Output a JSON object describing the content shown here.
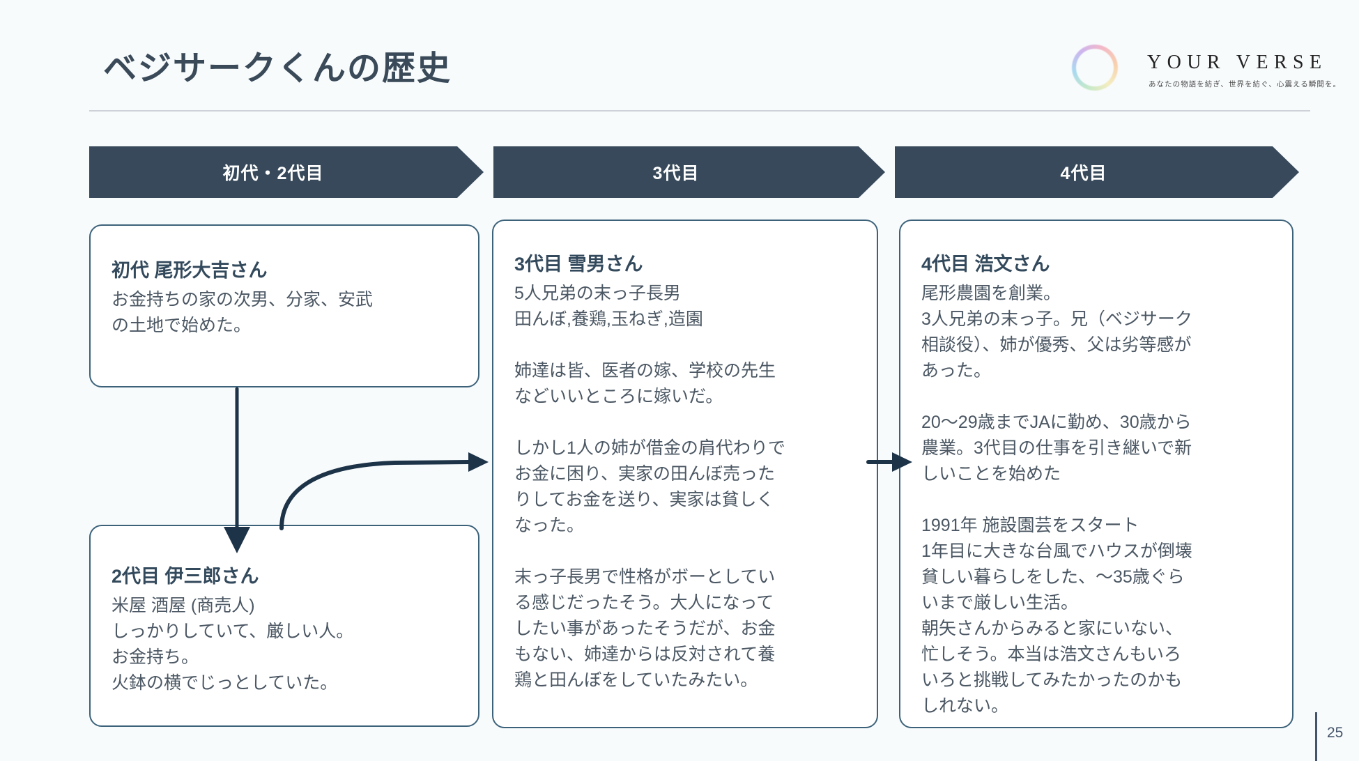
{
  "slide": {
    "title": "ベジサークくんの歴史",
    "page_number": "25"
  },
  "logo": {
    "brand": "YOUR VERSE",
    "tagline": "あなたの物語を紡ぎ、世界を紡ぐ、心震える瞬間を。",
    "ring_colors": [
      "#f3b9c7",
      "#f8d0ae",
      "#f4edc0",
      "#c4e9c9",
      "#a9d9f1",
      "#cdb5ef"
    ]
  },
  "timeline": {
    "bar_color": "#37495a",
    "stages": [
      {
        "label": "初代・2代目"
      },
      {
        "label": "3代目"
      },
      {
        "label": "4代目"
      }
    ]
  },
  "cards": [
    {
      "title": "初代 尾形大吉さん",
      "lines": [
        "お金持ちの家の次男、分家、安武",
        "の土地で始めた。"
      ]
    },
    {
      "title": "2代目 伊三郎さん",
      "lines": [
        "米屋 酒屋 (商売人)",
        "しっかりしていて、厳しい人。",
        "お金持ち。",
        "火鉢の横でじっとしていた。"
      ]
    },
    {
      "title": "3代目 雪男さん",
      "lines": [
        "5人兄弟の末っ子長男",
        "田んぼ,養鶏,玉ねぎ,造園",
        "",
        "姉達は皆、医者の嫁、学校の先生",
        "などいいところに嫁いだ。",
        "",
        "しかし1人の姉が借金の肩代わりで",
        "お金に困り、実家の田んぼ売った",
        "りしてお金を送り、実家は貧しく",
        "なった。",
        "",
        "末っ子長男で性格がボーとしてい",
        "る感じだったそう。大人になって",
        "したい事があったそうだが、お金",
        "もない、姉達からは反対されて養",
        "鶏と田んぼをしていたみたい。"
      ]
    },
    {
      "title": "4代目 浩文さん",
      "lines": [
        "尾形農園を創業。",
        "3人兄弟の末っ子。兄（ベジサーク",
        "相談役）、姉が優秀、父は劣等感が",
        "あった。",
        "",
        "20〜29歳までJAに勤め、30歳から",
        "農業。3代目の仕事を引き継いで新",
        "しいことを始めた",
        "",
        "1991年 施設園芸をスタート",
        "1年目に大きな台風でハウスが倒壊",
        "貧しい暮らしをした、〜35歳ぐら",
        "いまで厳しい生活。",
        "朝矢さんからみると家にいない、",
        "忙しそう。本当は浩文さんもいろ",
        "いろと挑戦してみたかったのかも",
        "しれない。"
      ]
    }
  ],
  "colors": {
    "accent_dark_slate": "#37495a",
    "card_border": "#3c627a",
    "connector": "#1d3348",
    "body_text": "#4b5763",
    "background": "#f8fbfc"
  }
}
